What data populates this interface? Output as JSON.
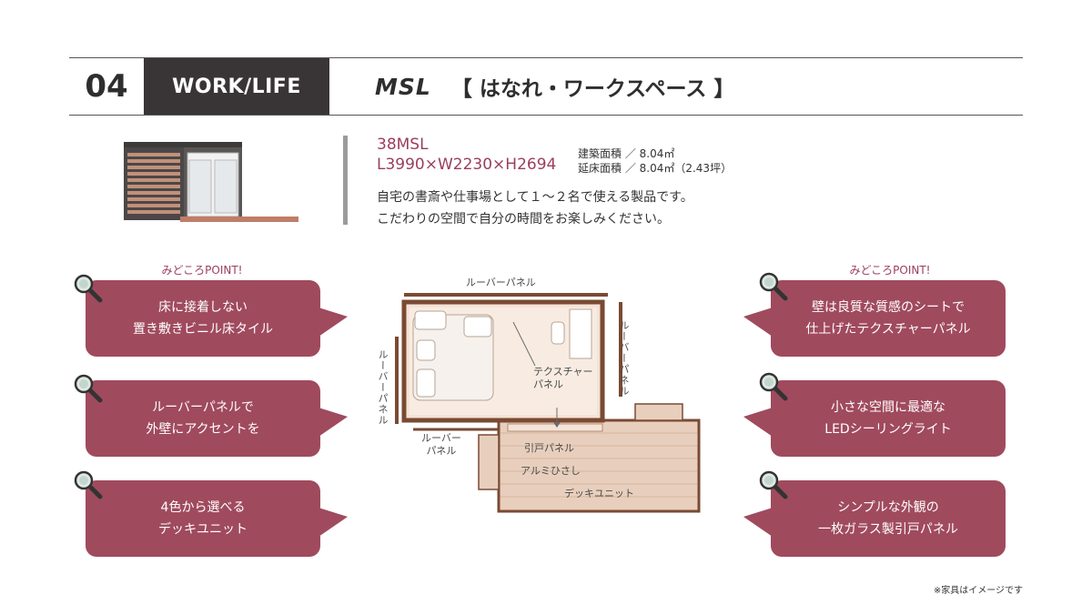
{
  "header": {
    "number": "04",
    "category": "WORK/LIFE",
    "model": "MSL",
    "subtitle": "【 はなれ・ワークスペース 】"
  },
  "spec": {
    "code": "38MSL",
    "dimensions": "L3990×W2230×H2694",
    "building_area": "建築面積 ／ 8.04㎡",
    "floor_area": "延床面積 ／ 8.04㎡（2.43坪）",
    "description_lines": [
      "自宅の書斎や仕事場として１〜２名で使える製品です。",
      "こだわりの空間で自分の時間をお楽しみください。"
    ]
  },
  "points": {
    "left_title": "みどころPOINT!",
    "right_title": "みどころPOINT!",
    "left": [
      {
        "line1": "床に接着しない",
        "line2": "置き敷きビニル床タイル"
      },
      {
        "line1": "ルーバーパネルで",
        "line2": "外壁にアクセントを"
      },
      {
        "line1": "4色から選べる",
        "line2": "デッキユニット"
      }
    ],
    "right": [
      {
        "line1": "壁は良質な質感のシートで",
        "line2": "仕上げたテクスチャーパネル"
      },
      {
        "line1": "小さな空間に最適な",
        "line2": "LEDシーリングライト"
      },
      {
        "line1": "シンプルな外観の",
        "line2": "一枚ガラス製引戸パネル"
      }
    ]
  },
  "plan": {
    "louver_top": "ルーバーパネル",
    "louver_right": "ルーバーパネル",
    "louver_left": "ルーバーパネル",
    "louver_bottom_line1": "ルーバー",
    "louver_bottom_line2": "パネル",
    "texture_line1": "テクスチャー",
    "texture_line2": "パネル",
    "sliding_door": "引戸パネル",
    "eave": "アルミひさし",
    "deck": "デッキユニット"
  },
  "note": "※家具はイメージです",
  "colors": {
    "accent": "#a04a5e",
    "dark": "#393536",
    "wood": "#c69a7e",
    "frame": "#7a4a33"
  }
}
